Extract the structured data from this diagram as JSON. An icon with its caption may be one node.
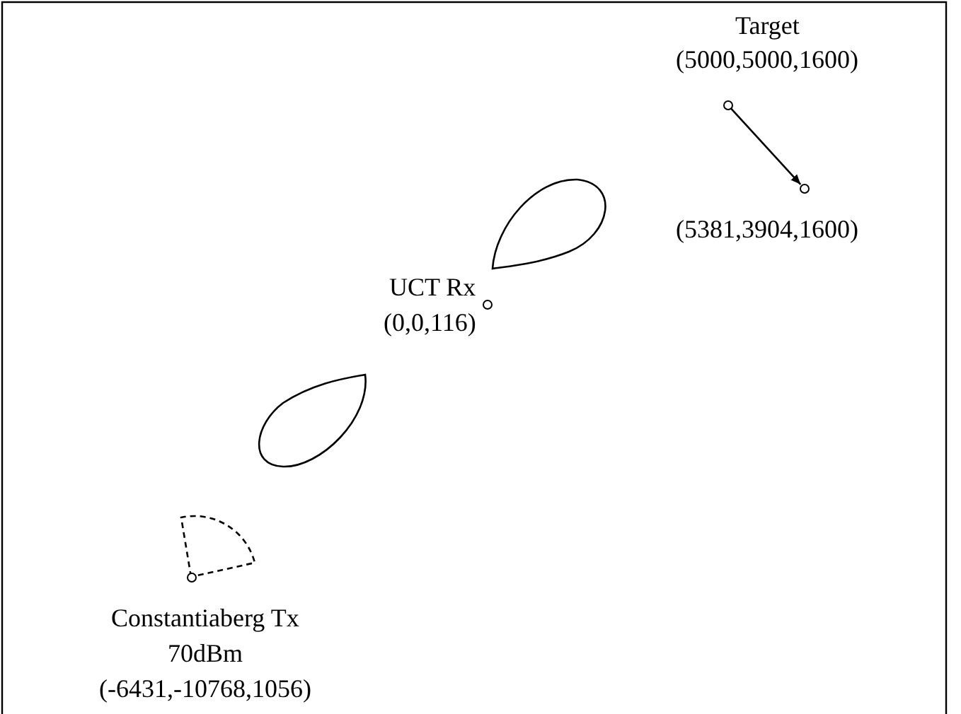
{
  "diagram": {
    "nodes": [
      {
        "text": [],
        "shape": "circle",
        "beside": [
          "Target",
          "(5000,5000,1600)"
        ]
      },
      {
        "text": [],
        "shape": "circle",
        "beside": [
          "(5381,3904,1600)"
        ]
      },
      {
        "text": [],
        "shape": "circle",
        "beside": [
          "UCT Rx",
          "(0,0,116)"
        ]
      },
      {
        "text": [],
        "shape": "circle",
        "beside": [
          "Constantiaberg Tx",
          "70dBm",
          "(-6431,-10768,1056)"
        ]
      }
    ],
    "edges": [
      {
        "from": 0,
        "to": 1,
        "arrow": "to"
      }
    ]
  }
}
